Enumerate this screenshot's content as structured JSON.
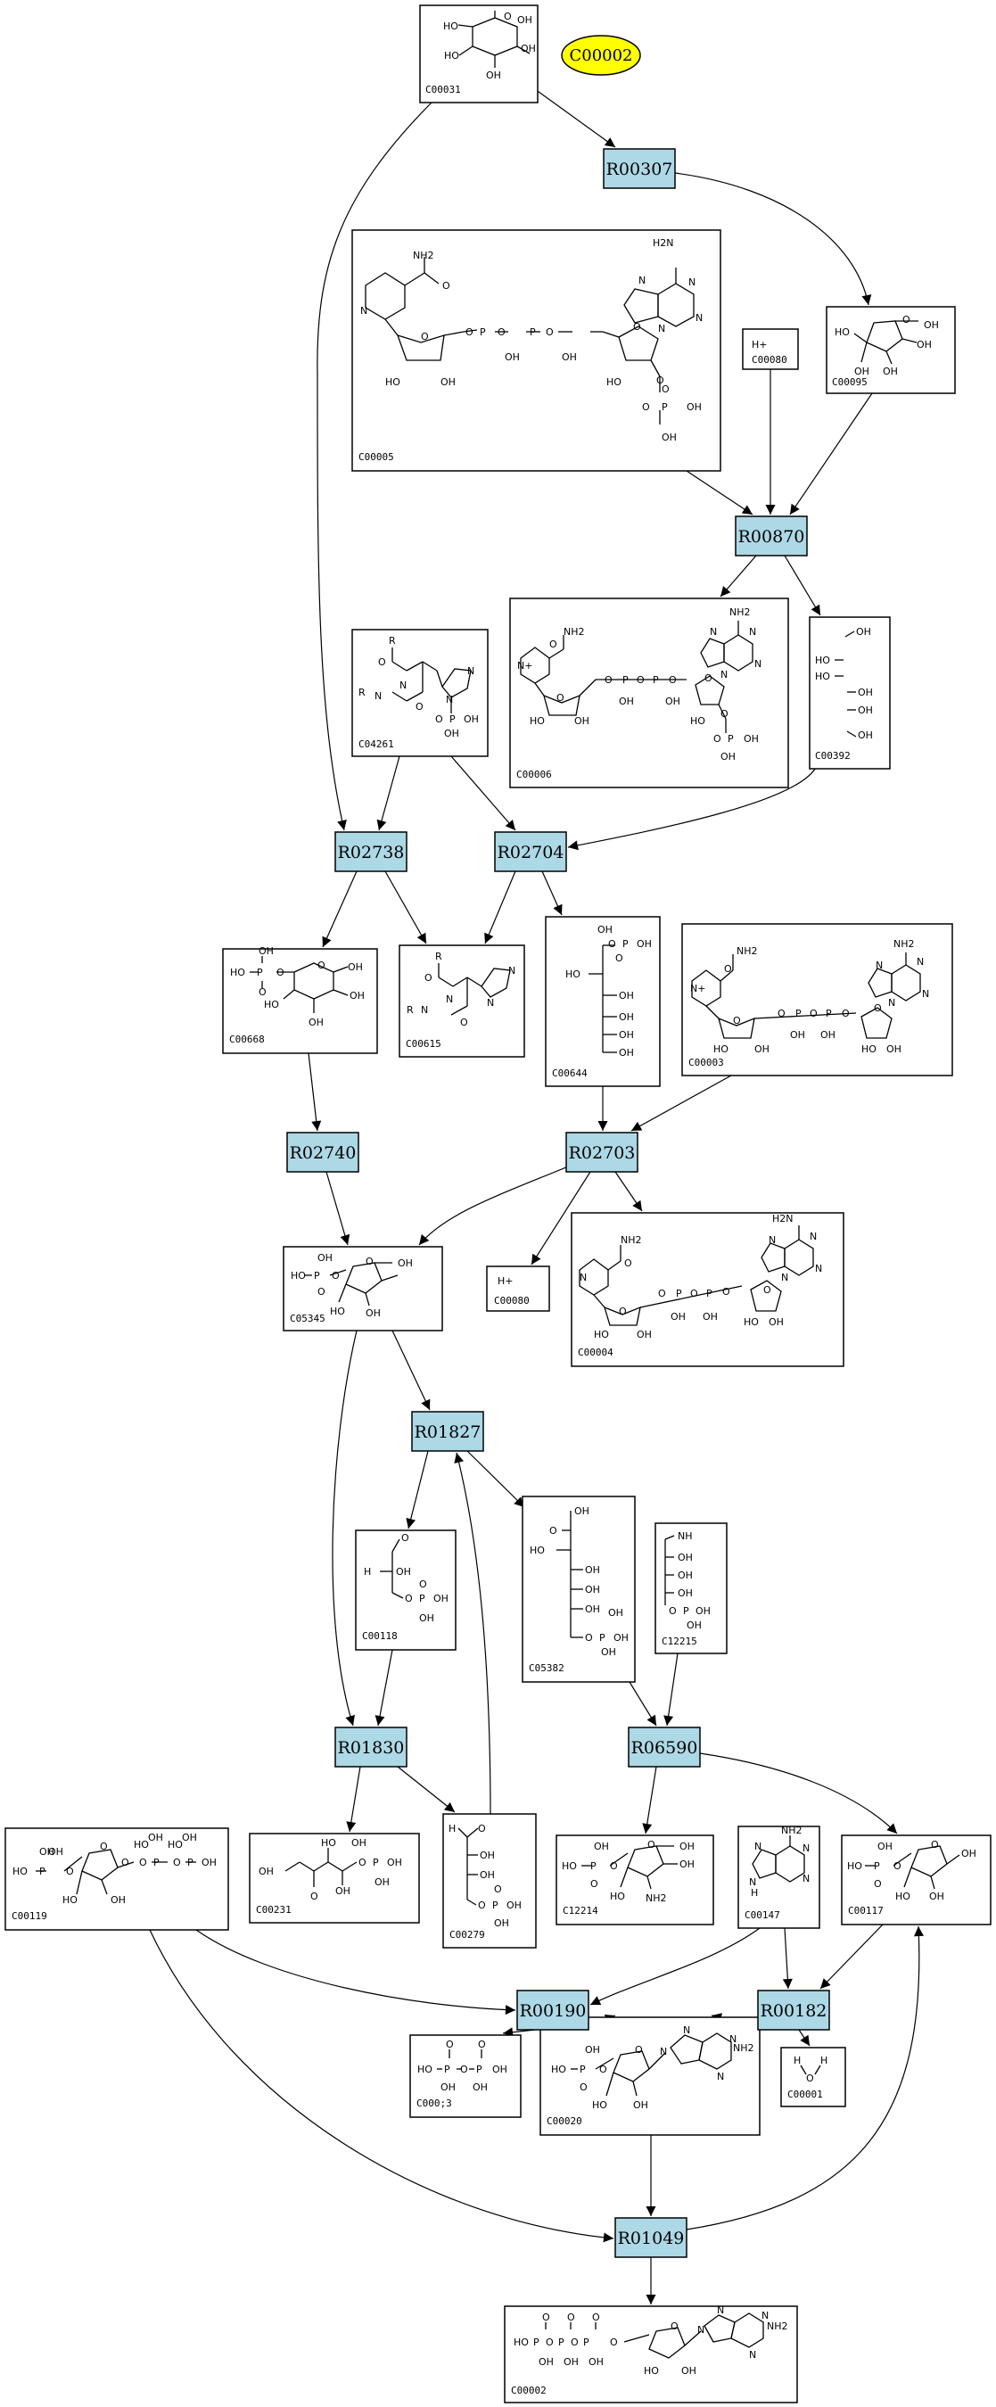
{
  "target": "C00002",
  "compounds": [
    {
      "id": "C00031",
      "atoms": [
        "HO",
        "OH",
        "OH",
        "HO",
        "OH",
        "O"
      ]
    },
    {
      "id": "C00005",
      "atoms": [
        "NH2",
        "O",
        "N",
        "O",
        "O",
        "P",
        "O",
        "P",
        "O",
        "OH",
        "OH",
        "HO",
        "OH",
        "H2N",
        "N",
        "N",
        "N",
        "N",
        "O",
        "HO",
        "O",
        "O",
        "P",
        "OH",
        "OH",
        "O"
      ]
    },
    {
      "id": "C00080",
      "atoms": [
        "H+"
      ]
    },
    {
      "id": "C00095",
      "atoms": [
        "O",
        "OH",
        "HO",
        "OH",
        "OH",
        "OH"
      ]
    },
    {
      "id": "C04261",
      "atoms": [
        "R",
        "O",
        "N",
        "R",
        "N",
        "O",
        "N",
        "N",
        "O",
        "P",
        "OH",
        "OH"
      ]
    },
    {
      "id": "C00006",
      "atoms": [
        "NH2",
        "O",
        "N+",
        "O",
        "O",
        "P",
        "O",
        "P",
        "O",
        "OH",
        "OH",
        "HO",
        "OH",
        "NH2",
        "N",
        "N",
        "N",
        "N",
        "O",
        "HO",
        "O",
        "O",
        "P",
        "OH",
        "OH"
      ]
    },
    {
      "id": "C00392",
      "atoms": [
        "OH",
        "HO",
        "HO",
        "OH",
        "OH",
        "OH"
      ]
    },
    {
      "id": "C00668",
      "atoms": [
        "OH",
        "HO",
        "P",
        "O",
        "O",
        "O",
        "OH",
        "OH",
        "HO",
        "OH"
      ]
    },
    {
      "id": "C00615",
      "atoms": [
        "R",
        "O",
        "N",
        "R",
        "N",
        "O",
        "N",
        "N"
      ]
    },
    {
      "id": "C00644",
      "atoms": [
        "OH",
        "O",
        "P",
        "OH",
        "O",
        "HO",
        "OH",
        "OH",
        "OH",
        "OH"
      ]
    },
    {
      "id": "C00003",
      "atoms": [
        "NH2",
        "O",
        "N+",
        "O",
        "O",
        "P",
        "O",
        "P",
        "O",
        "OH",
        "OH",
        "HO",
        "OH",
        "NH2",
        "N",
        "N",
        "N",
        "N",
        "O",
        "HO",
        "OH"
      ]
    },
    {
      "id": "C05345",
      "atoms": [
        "OH",
        "HO",
        "P",
        "O",
        "O",
        "O",
        "OH",
        "HO",
        "OH"
      ]
    },
    {
      "id": "C00080",
      "atoms": [
        "H+"
      ]
    },
    {
      "id": "C00004",
      "atoms": [
        "NH2",
        "O",
        "N",
        "O",
        "O",
        "P",
        "O",
        "P",
        "O",
        "OH",
        "OH",
        "HO",
        "OH",
        "H2N",
        "N",
        "N",
        "N",
        "N",
        "O",
        "HO",
        "OH"
      ]
    },
    {
      "id": "C00118",
      "atoms": [
        "O",
        "H",
        "OH",
        "O",
        "P",
        "OH",
        "OH",
        "O"
      ]
    },
    {
      "id": "C05382",
      "atoms": [
        "OH",
        "O",
        "HO",
        "OH",
        "OH",
        "OH",
        "OH",
        "O",
        "P",
        "OH",
        "OH"
      ]
    },
    {
      "id": "C12215",
      "atoms": [
        "NH",
        "OH",
        "OH",
        "OH",
        "O",
        "P",
        "OH",
        "OH"
      ]
    },
    {
      "id": "C00119",
      "atoms": [
        "OH",
        "HO",
        "P",
        "O",
        "O",
        "O",
        "O",
        "P",
        "O",
        "P",
        "OH",
        "HO",
        "OH",
        "HO",
        "OH",
        "HO",
        "OH",
        "OH"
      ]
    },
    {
      "id": "C00231",
      "atoms": [
        "OH",
        "HO",
        "O",
        "OH",
        "OH",
        "O",
        "P",
        "OH",
        "OH"
      ]
    },
    {
      "id": "C00279",
      "atoms": [
        "H",
        "O",
        "OH",
        "OH",
        "O",
        "P",
        "OH",
        "OH",
        "O"
      ]
    },
    {
      "id": "C12214",
      "atoms": [
        "OH",
        "HO",
        "P",
        "O",
        "O",
        "O",
        "OH",
        "HO",
        "NH2",
        "OH"
      ]
    },
    {
      "id": "C00147",
      "atoms": [
        "NH2",
        "N",
        "N",
        "N",
        "N",
        "H"
      ]
    },
    {
      "id": "C00117",
      "atoms": [
        "OH",
        "HO",
        "P",
        "O",
        "O",
        "O",
        "OH",
        "HO",
        "OH"
      ]
    },
    {
      "id": "C00013",
      "atoms": [
        "O",
        "O",
        "HO",
        "P",
        "O",
        "P",
        "OH",
        "OH",
        "OH"
      ]
    },
    {
      "id": "C00020",
      "atoms": [
        "OH",
        "HO",
        "P",
        "O",
        "O",
        "O",
        "N",
        "N",
        "N",
        "N",
        "NH2",
        "HO",
        "OH"
      ]
    },
    {
      "id": "C00001",
      "atoms": [
        "H",
        "O",
        "H"
      ]
    },
    {
      "id": "C00002",
      "atoms": [
        "O",
        "O",
        "O",
        "HO",
        "P",
        "O",
        "P",
        "O",
        "P",
        "O",
        "OH",
        "OH",
        "OH",
        "O",
        "N",
        "N",
        "N",
        "N",
        "NH2",
        "HO",
        "OH"
      ]
    }
  ],
  "compound_labels": [
    "C00031",
    "C00005",
    "C00080",
    "C00095",
    "C04261",
    "C00006",
    "C00392",
    "C00668",
    "C00615",
    "C00644",
    "C00003",
    "C05345",
    "C00080",
    "C00004",
    "C00118",
    "C05382",
    "C12215",
    "C00119",
    "C00231",
    "C00279",
    "C12214",
    "C00147",
    "C00117",
    "C000;3",
    "C00020",
    "C00001",
    "C00002"
  ],
  "reactions": [
    "R00307",
    "R00870",
    "R02738",
    "R02704",
    "R02740",
    "R02703",
    "R01827",
    "R01830",
    "R06590",
    "R00190",
    "R00182",
    "R01049"
  ],
  "edges": [
    [
      "C00031",
      "R00307"
    ],
    [
      "R00307",
      "C00095"
    ],
    [
      "C00005",
      "R00870"
    ],
    [
      "C00080",
      "R00870"
    ],
    [
      "C00095",
      "R00870"
    ],
    [
      "R00870",
      "C00006"
    ],
    [
      "R00870",
      "C00392"
    ],
    [
      "C00031",
      "R02738"
    ],
    [
      "C04261",
      "R02738"
    ],
    [
      "C04261",
      "R02704"
    ],
    [
      "C00392",
      "R02704"
    ],
    [
      "R02738",
      "C00668"
    ],
    [
      "R02738",
      "C00615"
    ],
    [
      "R02704",
      "C00615"
    ],
    [
      "R02704",
      "C00644"
    ],
    [
      "C00668",
      "R02740"
    ],
    [
      "C00644",
      "R02703"
    ],
    [
      "C00003",
      "R02703"
    ],
    [
      "R02740",
      "C05345"
    ],
    [
      "R02703",
      "C05345"
    ],
    [
      "R02703",
      "C00080"
    ],
    [
      "R02703",
      "C00004"
    ],
    [
      "C05345",
      "R01827"
    ],
    [
      "C05345",
      "R01830"
    ],
    [
      "R01827",
      "C00118"
    ],
    [
      "R01827",
      "C05382"
    ],
    [
      "C00118",
      "R01830"
    ],
    [
      "C05382",
      "R06590"
    ],
    [
      "C12215",
      "R06590"
    ],
    [
      "R01830",
      "C00231"
    ],
    [
      "R01830",
      "C00279"
    ],
    [
      "C00279",
      "R01827"
    ],
    [
      "R06590",
      "C12214"
    ],
    [
      "R06590",
      "C00117"
    ],
    [
      "C00119",
      "R00190"
    ],
    [
      "C00147",
      "R00190"
    ],
    [
      "C00147",
      "R00182"
    ],
    [
      "C00117",
      "R00182"
    ],
    [
      "R00190",
      "C00013"
    ],
    [
      "R00190",
      "C00020"
    ],
    [
      "R00182",
      "C00020"
    ],
    [
      "R00182",
      "C00001"
    ],
    [
      "C00020",
      "R01049"
    ],
    [
      "C00119",
      "R01049"
    ],
    [
      "R01049",
      "C00117"
    ],
    [
      "R01049",
      "C00002"
    ]
  ]
}
